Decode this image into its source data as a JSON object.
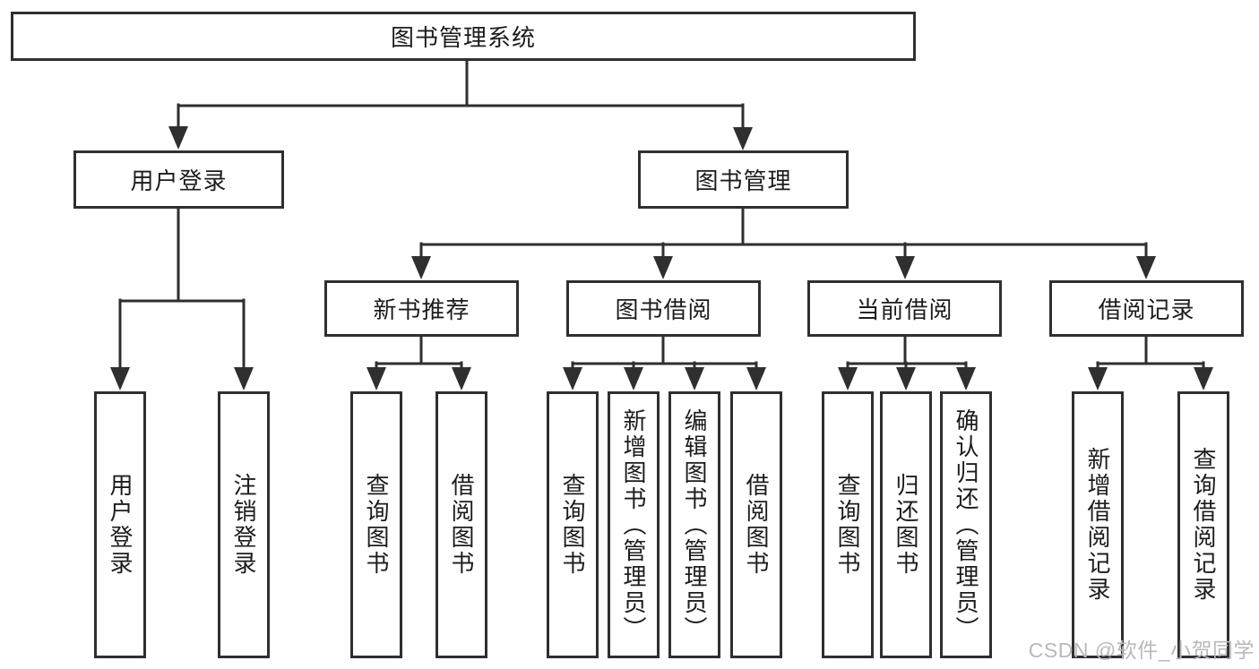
{
  "diagram": {
    "root": {
      "label": "图书管理系统"
    },
    "level1": [
      {
        "label": "用户登录"
      },
      {
        "label": "图书管理"
      }
    ],
    "level2": [
      {
        "label": "新书推荐"
      },
      {
        "label": "图书借阅"
      },
      {
        "label": "当前借阅"
      },
      {
        "label": "借阅记录"
      }
    ],
    "leaves": {
      "login": [
        {
          "label": "用户登录"
        },
        {
          "label": "注销登录"
        }
      ],
      "newbook": [
        {
          "label": "查询图书"
        },
        {
          "label": "借阅图书"
        }
      ],
      "borrow": [
        {
          "label": "查询图书"
        },
        {
          "label": "新增图书（管理员）"
        },
        {
          "label": "编辑图书（管理员）"
        },
        {
          "label": "借阅图书"
        }
      ],
      "current": [
        {
          "label": "查询图书"
        },
        {
          "label": "归还图书"
        },
        {
          "label": "确认归还（管理员）"
        }
      ],
      "records": [
        {
          "label": "新增借阅记录"
        },
        {
          "label": "查询借阅记录"
        }
      ]
    }
  },
  "watermark": {
    "text": "CSDN @软件_小贺同学",
    "color": "#b9b9b9"
  },
  "colors": {
    "line": "#2f2f2f",
    "box_border": "#2f2f2f",
    "box_bg": "#ffffff",
    "text": "#1c1c1c"
  }
}
